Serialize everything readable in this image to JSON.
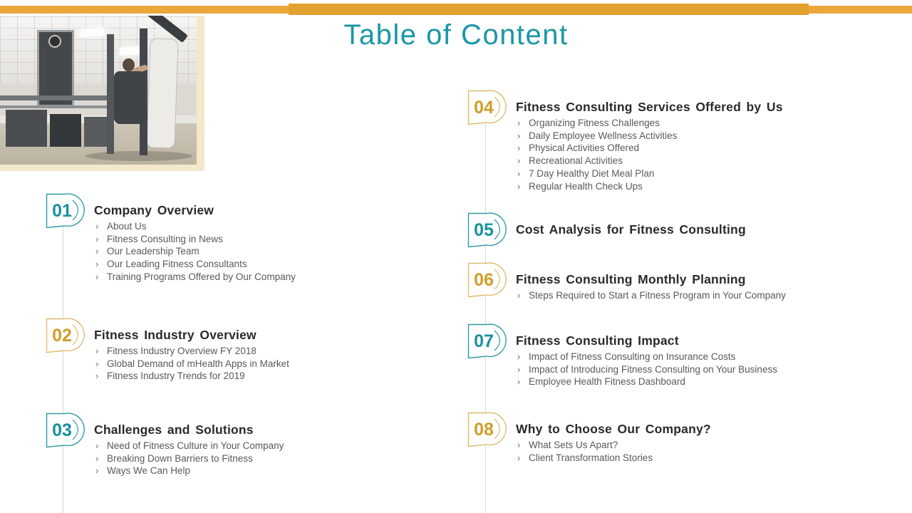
{
  "slide": {
    "title": "Table of Content"
  },
  "bullet_char": "›",
  "colors": {
    "teal": "#1b97a5",
    "teal_dark": "#17929e",
    "gold": "#d09d2a",
    "gold_light": "#debb6d",
    "bar_orange": "#eaa83c",
    "bar_orange_dark": "#e2a02f",
    "frame_cream": "#f4e8cb",
    "heading_text": "#2a2a2a",
    "item_text": "#595959",
    "connector_line": "#d8d8d8"
  },
  "sections": [
    {
      "num": "01",
      "color": "teal",
      "title": "Company Overview",
      "items": [
        "About Us",
        "Fitness Consulting in News",
        "Our Leadership Team",
        "Our Leading Fitness Consultants",
        "Training Programs Offered by Our Company"
      ]
    },
    {
      "num": "02",
      "color": "gold",
      "title": "Fitness Industry Overview",
      "items": [
        "Fitness Industry Overview FY 2018",
        "Global Demand of mHealth Apps in Market",
        "Fitness Industry Trends for 2019"
      ]
    },
    {
      "num": "03",
      "color": "teal",
      "title": "Challenges and Solutions",
      "items": [
        "Need of Fitness Culture in Your Company",
        "Breaking Down Barriers to Fitness",
        "Ways We Can Help"
      ]
    },
    {
      "num": "04",
      "color": "gold",
      "title": "Fitness Consulting Services Offered by Us",
      "items": [
        "Organizing Fitness Challenges",
        "Daily Employee Wellness Activities",
        "Physical Activities Offered",
        "Recreational Activities",
        "7 Day Healthy Diet Meal Plan",
        "Regular Health Check Ups"
      ]
    },
    {
      "num": "05",
      "color": "teal",
      "title": "Cost Analysis for Fitness Consulting",
      "items": []
    },
    {
      "num": "06",
      "color": "gold",
      "title": "Fitness Consulting Monthly Planning",
      "items": [
        "Steps Required to Start a Fitness Program in Your Company"
      ]
    },
    {
      "num": "07",
      "color": "teal",
      "title": "Fitness Consulting Impact",
      "items": [
        "Impact of Fitness Consulting on Insurance Costs",
        "Impact of Introducing Fitness Consulting on Your Business",
        "Employee Health Fitness Dashboard"
      ]
    },
    {
      "num": "08",
      "color": "gold",
      "title": "Why to Choose Our Company?",
      "items": [
        "What Sets Us Apart?",
        "Client Transformation Stories"
      ]
    }
  ]
}
